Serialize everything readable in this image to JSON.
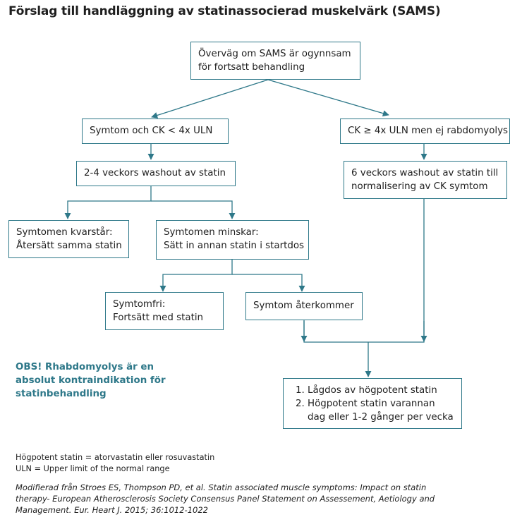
{
  "title": "Förslag till handläggning av statinassocierad muskelvärk (SAMS)",
  "nodes": {
    "root": [
      "Överväg om SAMS är ogynnsam",
      "för fortsatt behandling"
    ],
    "left_branch": [
      "Symtom och CK < 4x ULN"
    ],
    "right_branch": [
      "CK ≥ 4x ULN men ej rabdomyolys"
    ],
    "washout_left": [
      "2-4 veckors washout av statin"
    ],
    "washout_right": [
      "6 veckors washout av statin till",
      "normalisering av CK symtom"
    ],
    "persist": [
      "Symtomen kvarstår:",
      "Återsätt samma statin"
    ],
    "decrease": [
      "Symtomen minskar:",
      "Sätt in annan statin i startdos"
    ],
    "symptom_free": [
      "Symtomfri:",
      "Fortsätt med statin"
    ],
    "recur": [
      "Symtom återkommer"
    ],
    "final": [
      "Lågdos av högpotent statin",
      "Högpotent statin varannan dag eller 1-2 gånger per vecka"
    ]
  },
  "obs_note": "OBS! Rhabdomyolys är en absolut kontraindikation för statinbehandling",
  "footnotes": [
    "Högpotent statin = atorvastatin eller rosuvastatin",
    "ULN = Upper limit of the normal range"
  ],
  "source": [
    "Modifierad från Stroes ES, Thompson PD, et al. Statin associated muscle symptoms: Impact on statin",
    "therapy- European Atherosclerosis Society Consensus Panel Statement on Assessement, Aetiology and",
    "Management. Eur. Heart J. 2015; 36:1012-1022"
  ],
  "colors": {
    "accent": "#2e7889",
    "text": "#1f1f1f"
  }
}
